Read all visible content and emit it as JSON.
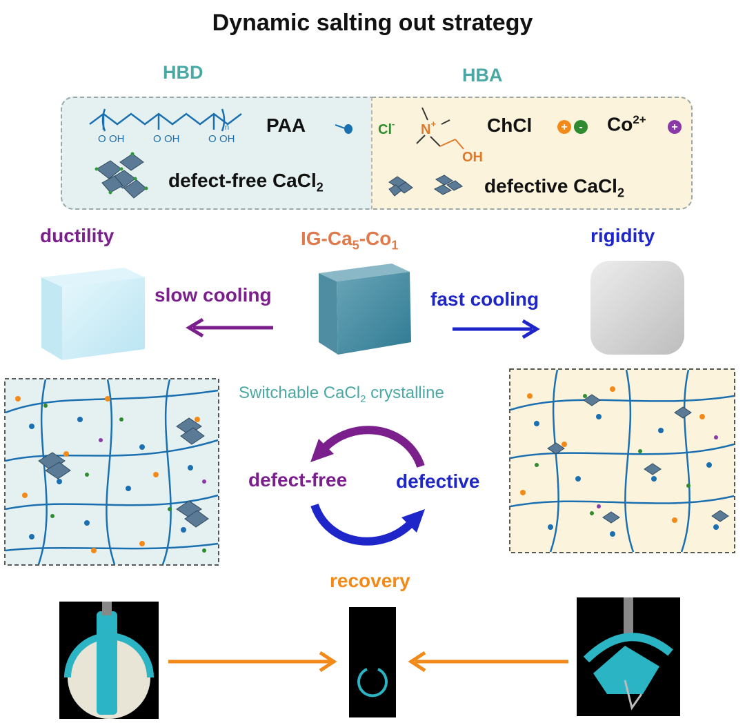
{
  "title": "Dynamic salting out strategy",
  "hbd": {
    "label": "HBD",
    "paa_label": "PAA",
    "paa_sub_n": "n",
    "paa_groups": [
      "O",
      "OH",
      "O",
      "OH",
      "O",
      "OH"
    ],
    "salt_label": "defect-free CaCl",
    "salt_sub": "2"
  },
  "hba": {
    "label": "HBA",
    "cl": "Cl",
    "cl_sup": "-",
    "n": "N",
    "n_sup": "+",
    "oh": "OH",
    "chcl": "ChCl",
    "co": "Co",
    "co_sup": "2+",
    "salt_label": "defective CaCl",
    "salt_sub": "2"
  },
  "states": {
    "left": "ductility",
    "center_main": "IG-Ca",
    "center_sub1": "5",
    "center_mid": "-Co",
    "center_sub2": "1",
    "right": "rigidity"
  },
  "arrows": {
    "slow": "slow cooling",
    "fast": "fast cooling"
  },
  "cycle": {
    "title_main": "Switchable CaCl",
    "title_sub": "2",
    "title_end": " crystalline",
    "left": "defect-free",
    "right": "defective"
  },
  "recovery": "recovery",
  "colors": {
    "purple": "#7a1f8c",
    "blue": "#1f26c9",
    "orange": "#f28a1a",
    "teal": "#4aa8a4",
    "chain": "#1a6fb0",
    "hbd_bg": "#e4f1f0",
    "hba_bg": "#fbf3dc"
  }
}
